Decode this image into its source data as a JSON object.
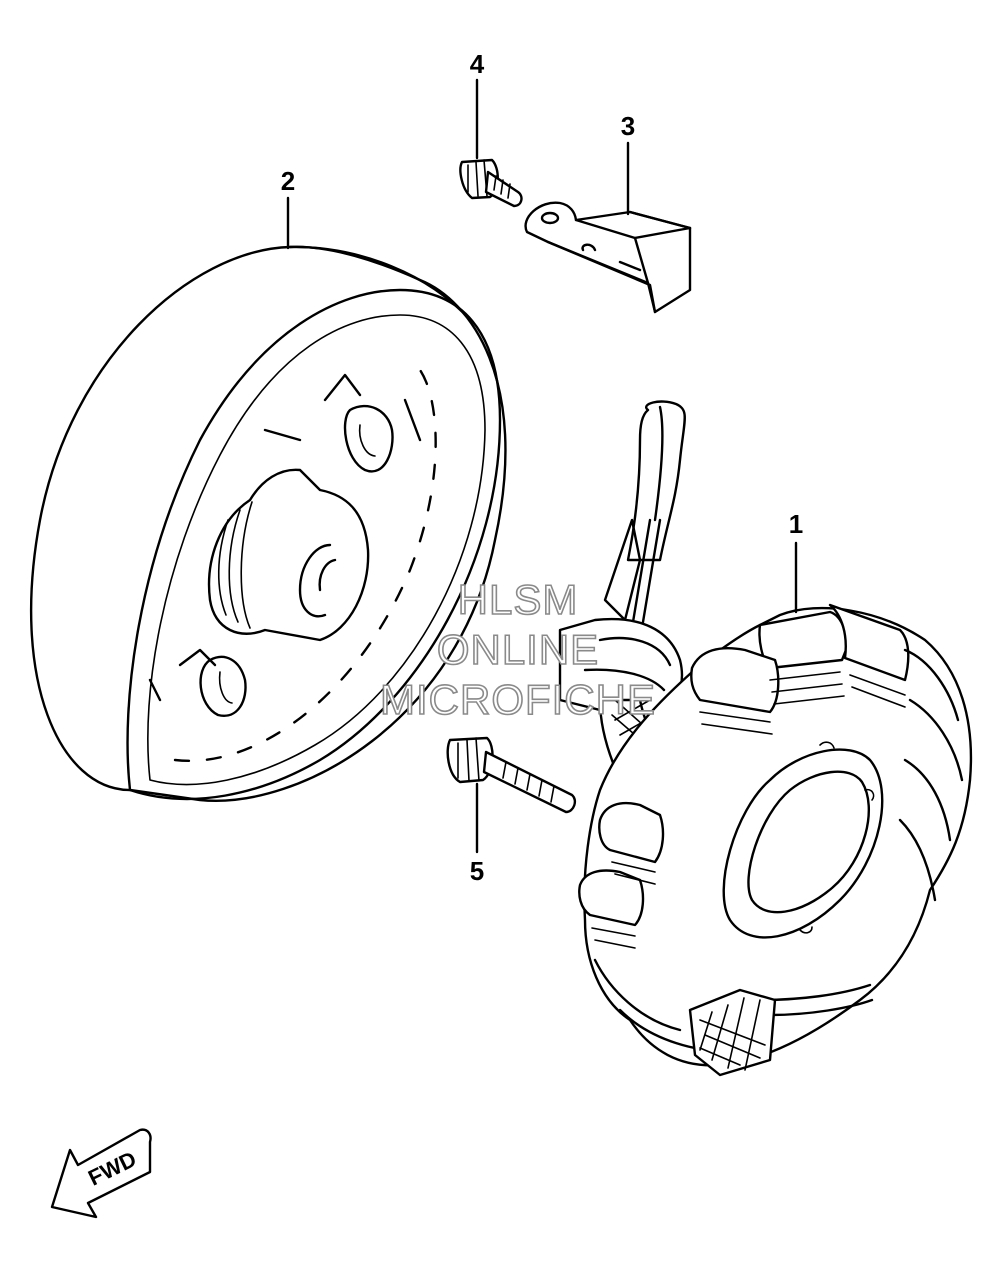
{
  "callouts": [
    {
      "id": "1",
      "label": "1"
    },
    {
      "id": "2",
      "label": "2"
    },
    {
      "id": "3",
      "label": "3"
    },
    {
      "id": "4",
      "label": "4"
    },
    {
      "id": "5",
      "label": "5"
    }
  ],
  "watermark": {
    "line1": "HLSM",
    "line2": "ONLINE",
    "line3": "MICROFICHE"
  },
  "direction_arrow": {
    "label": "FWD",
    "icon": "forward-arrow-icon"
  },
  "colors": {
    "ink": "#000000",
    "paper": "#ffffff",
    "watermark_outline": "#8a8a8a"
  }
}
